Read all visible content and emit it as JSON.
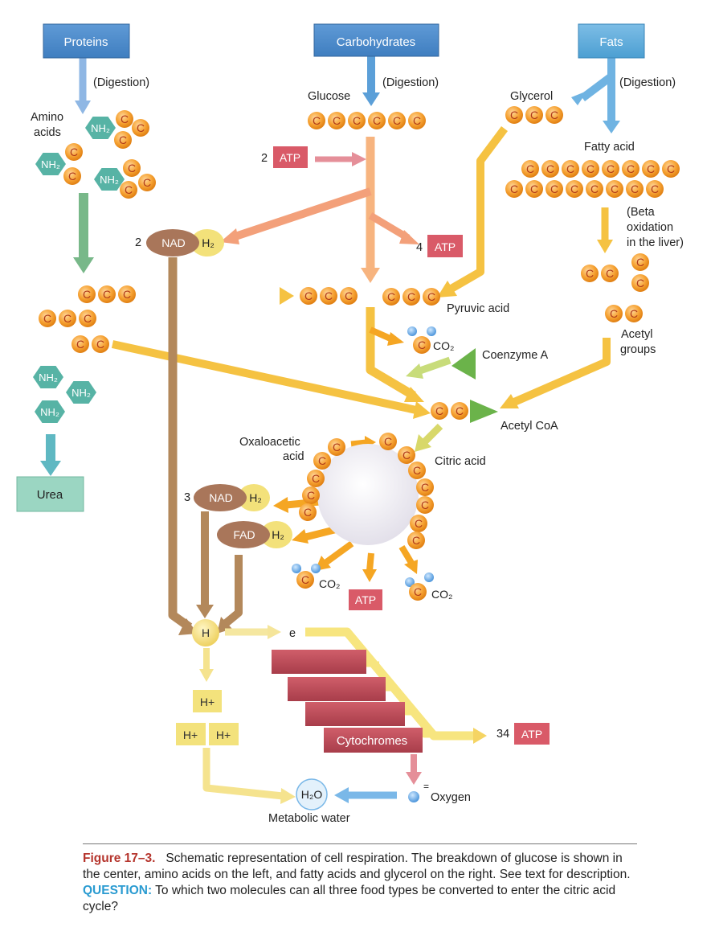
{
  "sources": {
    "proteins": "Proteins",
    "carbohydrates": "Carbohydrates",
    "fats": "Fats"
  },
  "digestion": {
    "proteins": "(Digestion)",
    "carbohydrates": "(Digestion)",
    "fats": "(Digestion)"
  },
  "labels": {
    "amino_line1": "Amino",
    "amino_line2": "acids",
    "glucose": "Glucose",
    "glycerol": "Glycerol",
    "fatty_acid": "Fatty acid",
    "beta_line1": "(Beta",
    "beta_line2": "oxidation",
    "beta_line3": "in the liver)",
    "pyruvic_acid": "Pyruvic acid",
    "coenzyme_a": "Coenzyme A",
    "acetyl_line1": "Acetyl",
    "acetyl_line2": "groups",
    "acetyl_coa": "Acetyl CoA",
    "oxaloacetic_line1": "Oxaloacetic",
    "oxaloacetic_line2": "acid",
    "citric_acid": "Citric acid",
    "urea": "Urea",
    "cytochromes": "Cytochromes",
    "oxygen": "Oxygen",
    "oxygen_charge": "=",
    "metabolic_water": "Metabolic water",
    "electron": "e",
    "h": "H",
    "h_plus": "H+",
    "atp": "ATP",
    "nad": "NAD",
    "fad": "FAD",
    "h2": "H₂",
    "nh2": "NH₂",
    "co2": "CO₂",
    "h2o": "H₂O",
    "carbon": "C"
  },
  "counts": {
    "atp_investment": "2",
    "atp_glycolysis": "4",
    "nad_glycolysis": "2",
    "nad_cycle": "3",
    "atp_cytochromes": "34"
  },
  "colors": {
    "carbon": "#f28f1e",
    "nh2": "#57b3a5",
    "source_box": "#4a88c7",
    "urea_box": "#9bd6c2",
    "atp_box": "#d95a68",
    "cytochrome": "#c24a57",
    "nad": "#a9765a",
    "h2": "#f3e17a",
    "arrow_yellow": "#f5c242",
    "arrow_salmon": "#f3a07a",
    "arrow_green": "#78b889",
    "arrow_blue": "#5b9fd8",
    "arrow_brown": "#b3885b"
  },
  "caption": {
    "figure_label": "Figure 17–3.",
    "text": "Schematic representation of cell respiration. The breakdown of glucose is shown in the center, amino acids on the left, and fatty acids and glycerol on the right. See text for description.",
    "question_label": "QUESTION:",
    "question": "To which two molecules can all three food types be converted to enter the citric acid cycle?"
  }
}
